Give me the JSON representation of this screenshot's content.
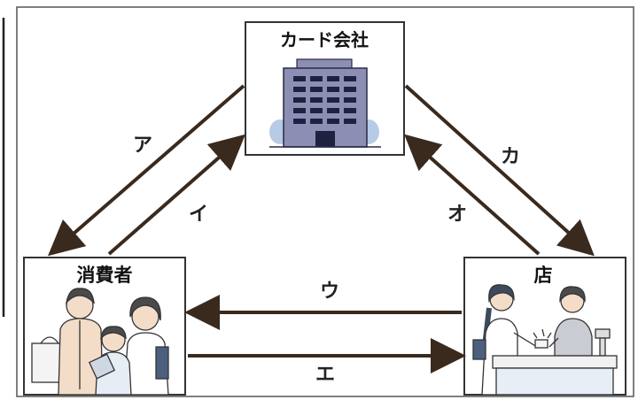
{
  "nodes": {
    "card_company": {
      "label": "カード会社"
    },
    "consumer": {
      "label": "消費者"
    },
    "store": {
      "label": "店"
    }
  },
  "edges": [
    {
      "id": "a",
      "label": "ア",
      "from": "card_company",
      "to": "consumer"
    },
    {
      "id": "i",
      "label": "イ",
      "from": "consumer",
      "to": "card_company"
    },
    {
      "id": "u",
      "label": "ウ",
      "from": "store",
      "to": "consumer"
    },
    {
      "id": "e",
      "label": "エ",
      "from": "consumer",
      "to": "store"
    },
    {
      "id": "o",
      "label": "オ",
      "from": "store",
      "to": "card_company"
    },
    {
      "id": "ka",
      "label": "カ",
      "from": "card_company",
      "to": "store"
    }
  ],
  "colors": {
    "arrow": "#3a2a1e",
    "building": "#8c8fb3",
    "window": "#1e2240",
    "skin": "#f3ddc8",
    "hair": "#4a4a4a"
  }
}
